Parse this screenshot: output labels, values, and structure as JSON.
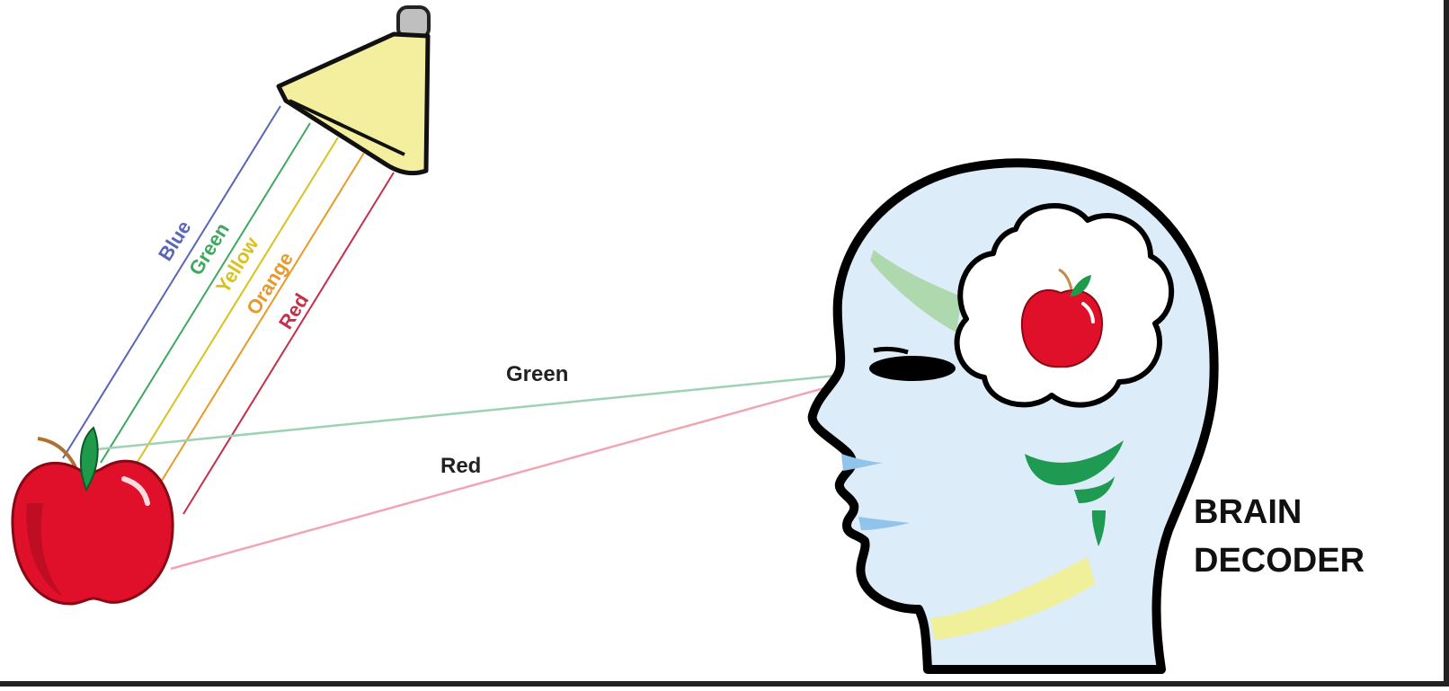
{
  "diagram": {
    "incident_rays": [
      {
        "label": "Blue",
        "color": "#5a66b8"
      },
      {
        "label": "Green",
        "color": "#3fa85f"
      },
      {
        "label": "Yellow",
        "color": "#d8c21e"
      },
      {
        "label": "Orange",
        "color": "#e79a2a"
      },
      {
        "label": "Red",
        "color": "#c4304a"
      }
    ],
    "reflected_rays": [
      {
        "label": "Green",
        "color": "#9fd1b3"
      },
      {
        "label": "Red",
        "color": "#f0a5b0"
      }
    ],
    "brain_label_line1": "BRAIN",
    "brain_label_line2": "DECODER",
    "colors": {
      "lamp": "#f3ef9e",
      "head": "#dcecf8",
      "apple": "#e0102a",
      "leaf": "#1f9a4a"
    }
  }
}
